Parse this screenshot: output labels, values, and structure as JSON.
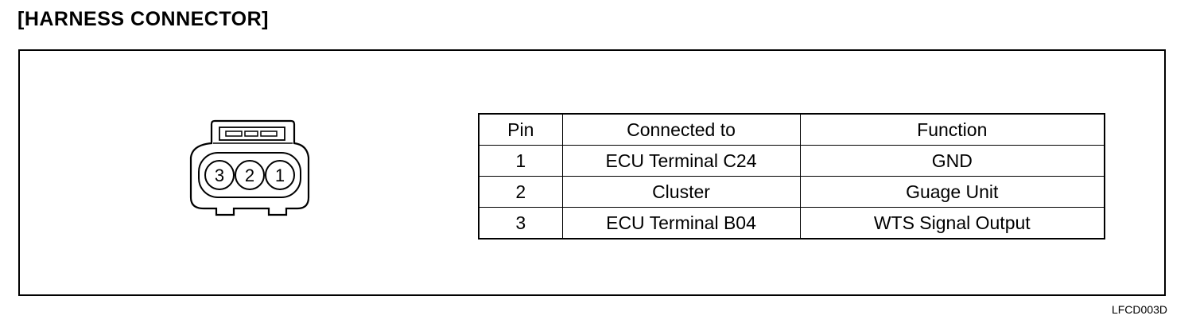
{
  "title": "[HARNESS CONNECTOR]",
  "connector": {
    "pins": [
      "3",
      "2",
      "1"
    ]
  },
  "table": {
    "headers": [
      "Pin",
      "Connected to",
      "Function"
    ],
    "rows": [
      {
        "pin": "1",
        "connected_to": "ECU Terminal C24",
        "function": "GND"
      },
      {
        "pin": "2",
        "connected_to": "Cluster",
        "function": "Guage Unit"
      },
      {
        "pin": "3",
        "connected_to": "ECU Terminal B04",
        "function": "WTS Signal Output"
      }
    ]
  },
  "figure_code": "LFCD003D"
}
